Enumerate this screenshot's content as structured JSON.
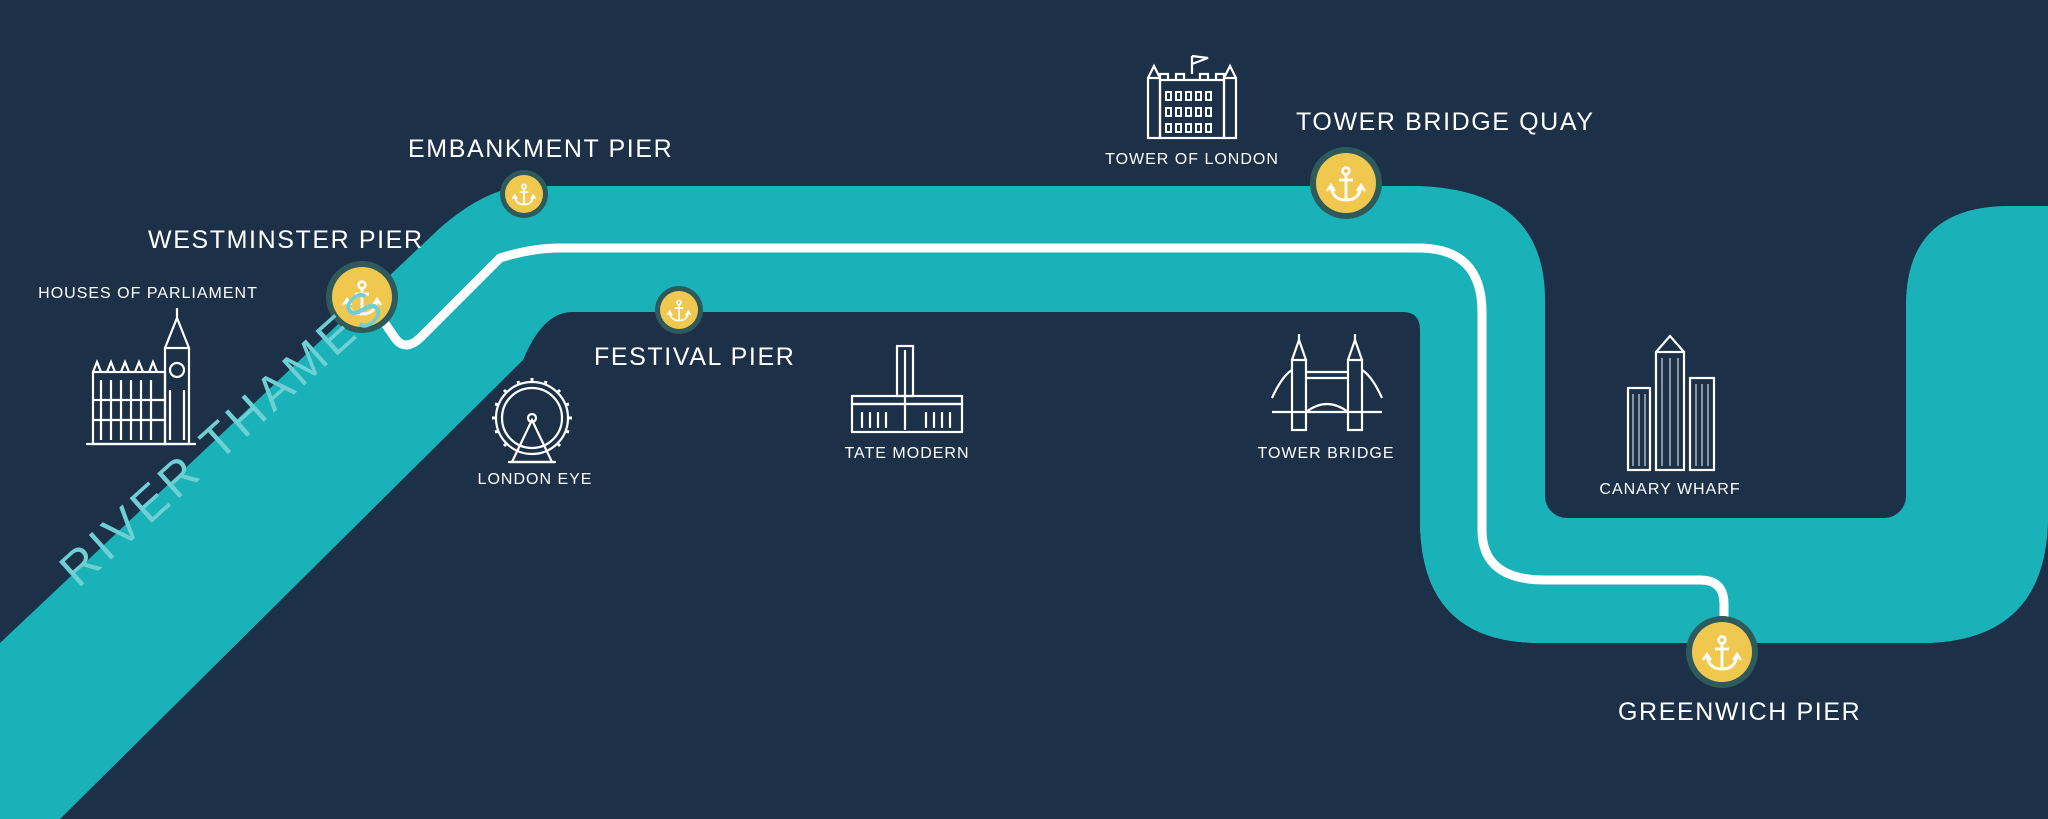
{
  "map": {
    "colors": {
      "background": "#1c3048",
      "river": "#1ab2b9",
      "route": "#ffffff",
      "pier_fill": "#f0c84f",
      "pier_ring": "#2f5a5c",
      "river_label": "#6fd0d4",
      "icon_stroke": "#ffffff"
    },
    "river_label": "RIVER THAMES",
    "piers": [
      {
        "name": "WESTMINSTER PIER",
        "icon": "anchor-icon",
        "size": "large"
      },
      {
        "name": "EMBANKMENT PIER",
        "icon": "anchor-icon",
        "size": "small"
      },
      {
        "name": "FESTIVAL PIER",
        "icon": "anchor-icon",
        "size": "small"
      },
      {
        "name": "TOWER BRIDGE QUAY",
        "icon": "anchor-icon",
        "size": "large"
      },
      {
        "name": "GREENWICH PIER",
        "icon": "anchor-icon",
        "size": "large"
      }
    ],
    "landmarks": [
      {
        "name": "HOUSES OF PARLIAMENT",
        "icon": "parliament-icon"
      },
      {
        "name": "LONDON EYE",
        "icon": "ferris-wheel-icon"
      },
      {
        "name": "TATE MODERN",
        "icon": "tate-modern-icon"
      },
      {
        "name": "TOWER OF LONDON",
        "icon": "castle-icon"
      },
      {
        "name": "TOWER BRIDGE",
        "icon": "tower-bridge-icon"
      },
      {
        "name": "CANARY WHARF",
        "icon": "skyscrapers-icon"
      }
    ]
  }
}
